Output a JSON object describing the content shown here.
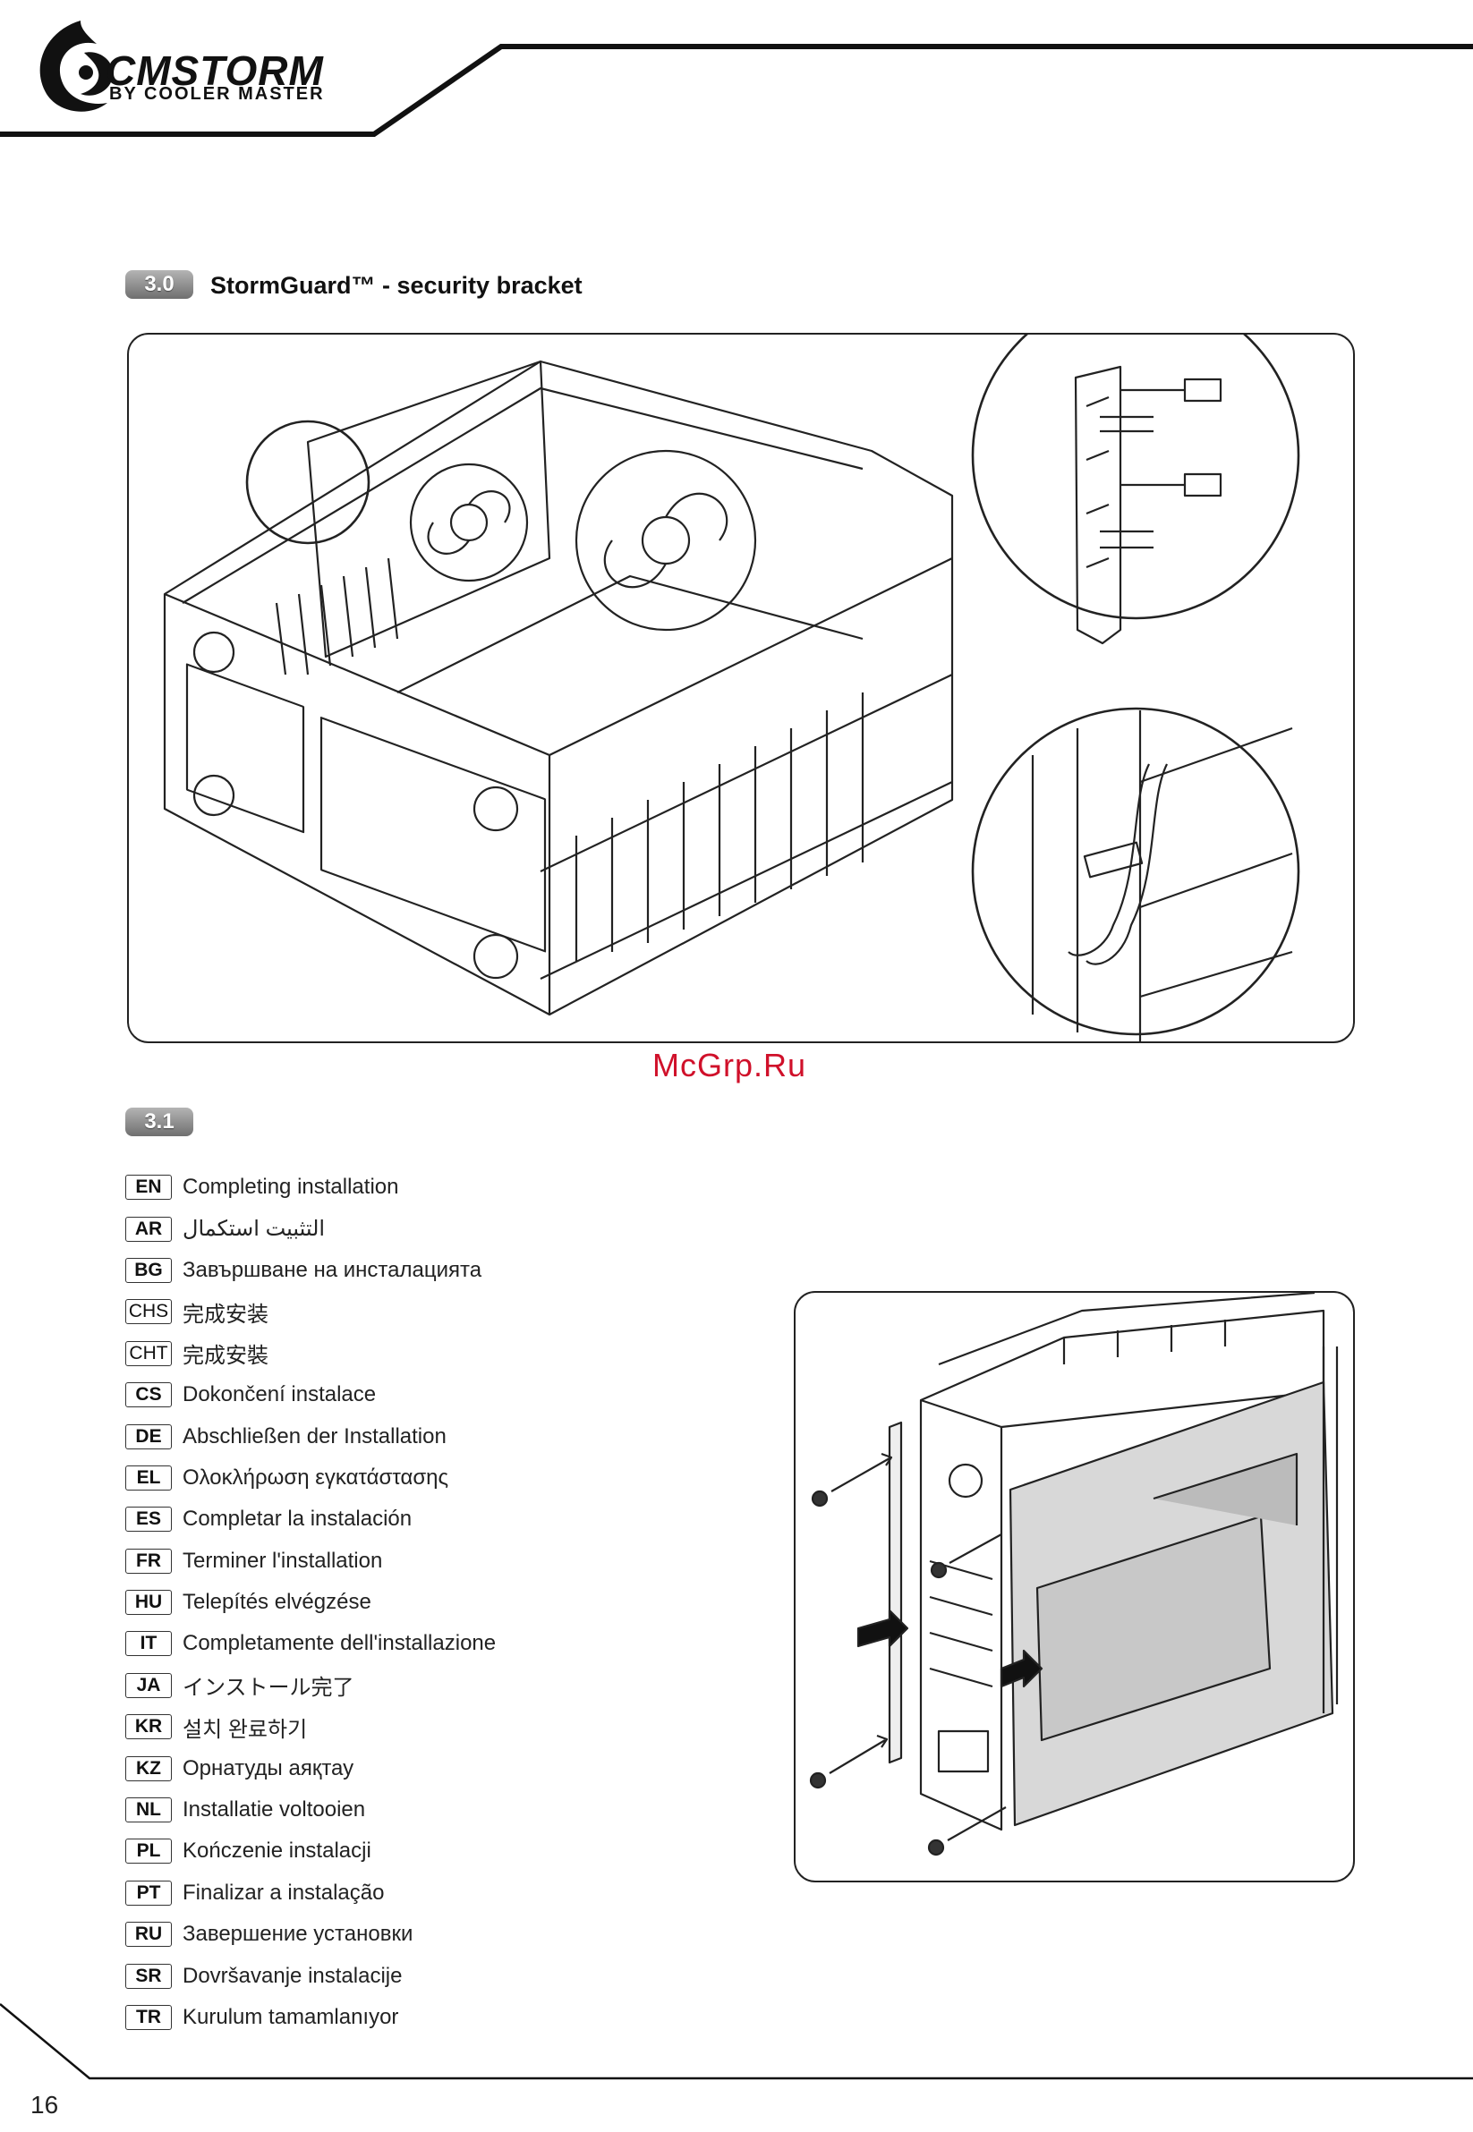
{
  "header": {
    "brand_name": "CMSTORM",
    "brand_tagline": "BY COOLER MASTER"
  },
  "section_30": {
    "number": "3.0",
    "title": "StormGuard™ - security bracket"
  },
  "watermark": "McGrp.Ru",
  "section_31": {
    "number": "3.1",
    "languages": [
      {
        "code": "EN",
        "text": "Completing installation"
      },
      {
        "code": "AR",
        "text": "التثبيت استكمال"
      },
      {
        "code": "BG",
        "text": "Завършване на инсталацията"
      },
      {
        "code": "CHS",
        "text": "完成安装"
      },
      {
        "code": "CHT",
        "text": "完成安裝"
      },
      {
        "code": "CS",
        "text": "Dokončení instalace"
      },
      {
        "code": "DE",
        "text": "Abschließen der Installation"
      },
      {
        "code": "EL",
        "text": "Ολοκλήρωση εγκατάστασης"
      },
      {
        "code": "ES",
        "text": "Completar la instalación"
      },
      {
        "code": "FR",
        "text": "Terminer l'installation"
      },
      {
        "code": "HU",
        "text": "Telepítés elvégzése"
      },
      {
        "code": "IT",
        "text": "Completamente dell'installazione"
      },
      {
        "code": "JA",
        "text": "インストール完了"
      },
      {
        "code": "KR",
        "text": "설치 완료하기"
      },
      {
        "code": "KZ",
        "text": "Орнатуды аяқтау"
      },
      {
        "code": "NL",
        "text": "Installatie voltooien"
      },
      {
        "code": "PL",
        "text": "Kończenie instalacji"
      },
      {
        "code": "PT",
        "text": "Finalizar a instalação"
      },
      {
        "code": "RU",
        "text": "Завершение установки"
      },
      {
        "code": "SR",
        "text": "Dovršavanje instalacije"
      },
      {
        "code": "TR",
        "text": "Kurulum tamamlanıyor"
      }
    ]
  },
  "footer": {
    "page_number": "16"
  }
}
